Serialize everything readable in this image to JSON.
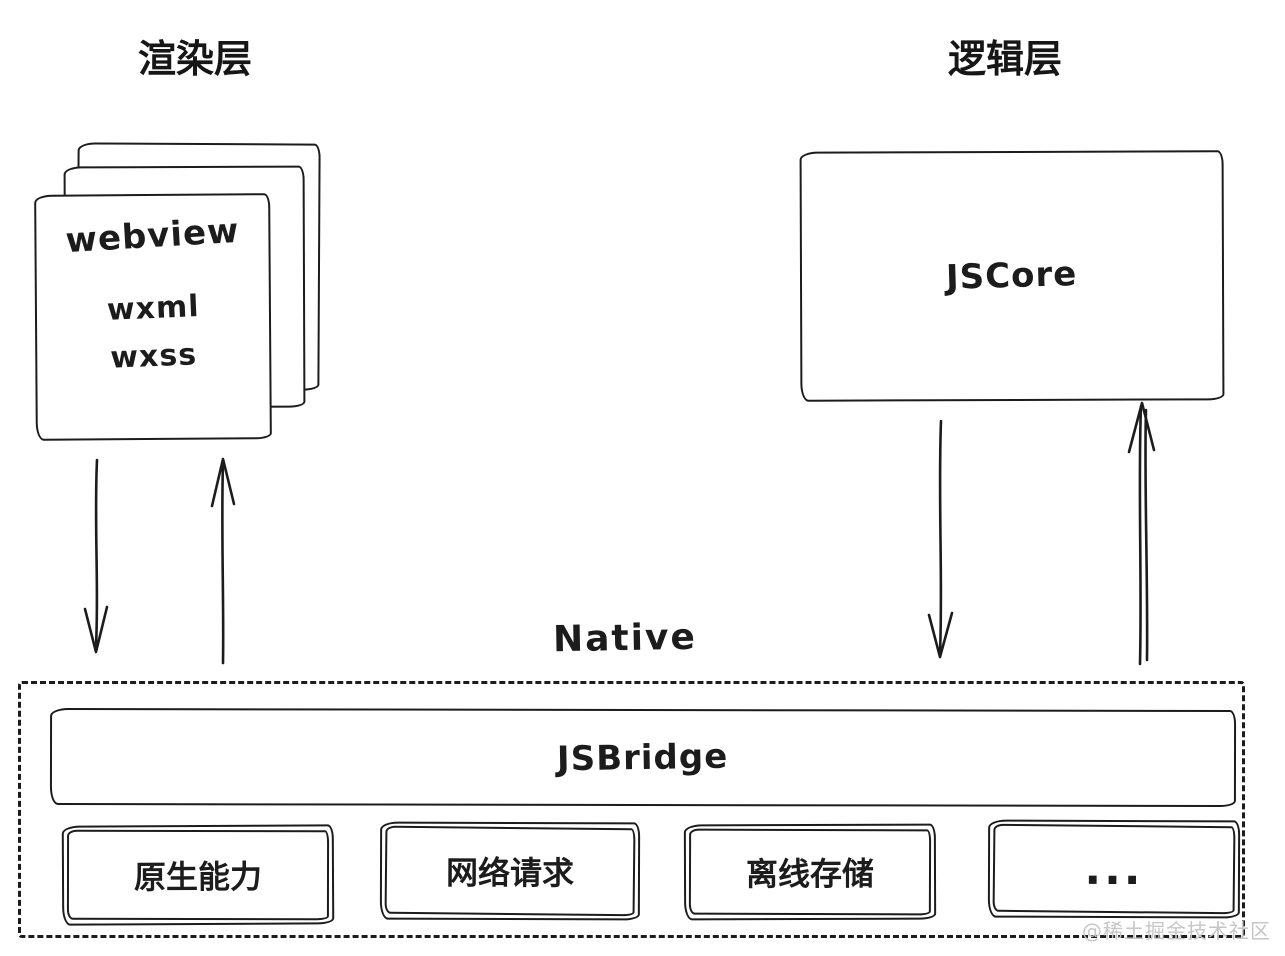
{
  "colors": {
    "ink": "#1c1c1c",
    "background": "#ffffff",
    "watermark_gray": "#c6c6c6"
  },
  "labels": {
    "render_layer": "渲染层",
    "logic_layer": "逻辑层",
    "native": "Native"
  },
  "webview_stack": {
    "title": "webview",
    "tech": [
      "wxml",
      "wxss"
    ]
  },
  "jscore": {
    "label": "JSCore"
  },
  "jsbridge": {
    "label": "JSBridge"
  },
  "capabilities": [
    "原生能力",
    "网络请求",
    "离线存储",
    "..."
  ],
  "watermark": "@稀土掘金技术社区"
}
